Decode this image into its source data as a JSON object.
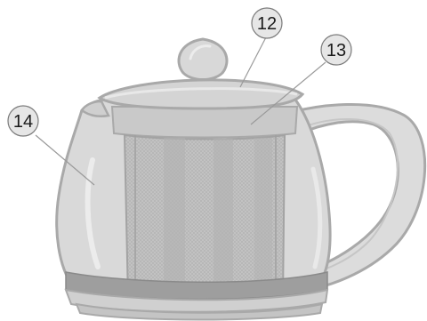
{
  "callouts": [
    {
      "id": "lid",
      "label": "12"
    },
    {
      "id": "filter",
      "label": "13"
    },
    {
      "id": "body",
      "label": "14"
    }
  ],
  "colors": {
    "outline": "#a9a9a9",
    "glass": "#d6d6d6",
    "glass_light": "#e6e6e6",
    "filter": "#bdbdbd",
    "band": "#9e9e9e",
    "callout_fill": "#e6e6e6",
    "callout_stroke": "#7a7a7a",
    "leader": "#9a9a9a"
  }
}
